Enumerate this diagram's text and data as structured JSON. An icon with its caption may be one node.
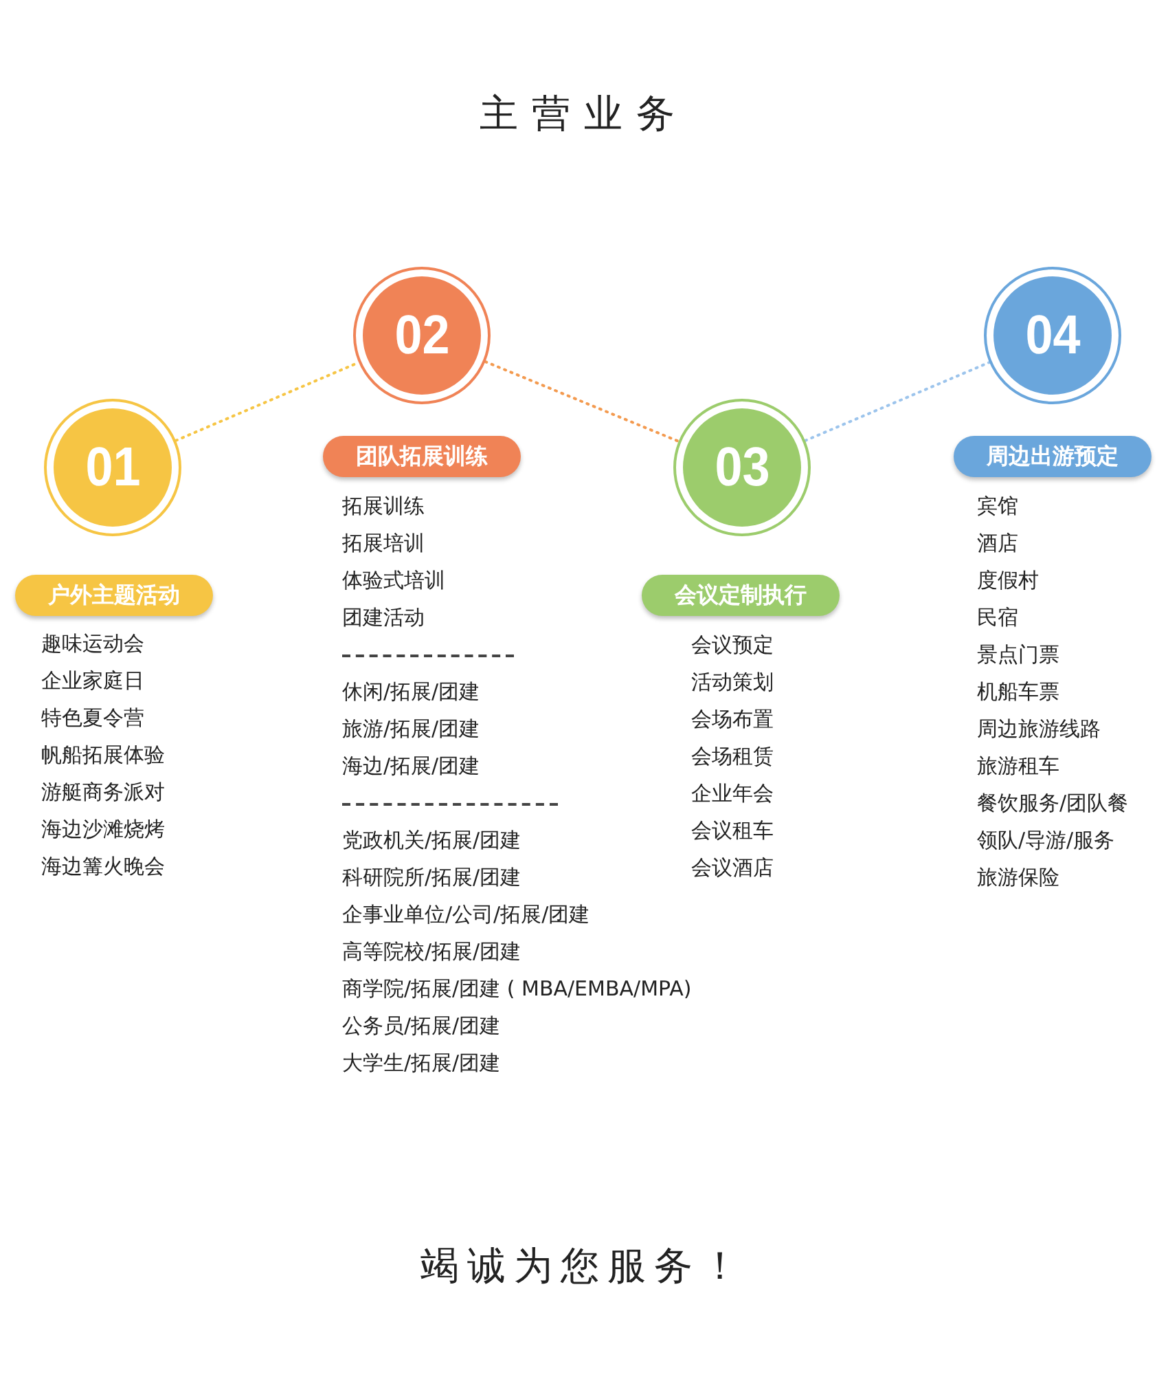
{
  "diagram": {
    "title": "主营业务",
    "nodes": [
      {
        "text": [
          "01"
        ]
      },
      {
        "text": [
          "户外主题活动"
        ],
        "beside": [
          "趣味运动会",
          "企业家庭日",
          "特色夏令营",
          "帆船拓展体验",
          "游艇商务派对",
          "海边沙滩烧烤",
          "海边篝火晚会"
        ]
      },
      {
        "text": [
          "02"
        ]
      },
      {
        "text": [
          "团队拓展训练"
        ],
        "beside": [
          "拓展训练",
          "拓展培训",
          "体验式培训",
          "团建活动",
          "休闲/拓展/团建",
          "旅游/拓展/团建",
          "海边/拓展/团建",
          "党政机关/拓展/团建",
          "科研院所/拓展/团建",
          "企事业单位/公司/拓展/团建",
          "高等院校/拓展/团建",
          "商学院/拓展/团建 ( MBA/EMBA/MPA)",
          "公务员/拓展/团建",
          "大学生/拓展/团建"
        ]
      },
      {
        "text": [
          "03"
        ]
      },
      {
        "text": [
          "会议定制执行"
        ],
        "beside": [
          "会议预定",
          "活动策划",
          "会场布置",
          "会场租赁",
          "企业年会",
          "会议租车",
          "会议酒店"
        ]
      },
      {
        "text": [
          "04"
        ]
      },
      {
        "text": [
          "周边出游预定"
        ],
        "beside": [
          "宾馆",
          "酒店",
          "度假村",
          "民宿",
          "景点门票",
          "机船车票",
          "周边旅游线路",
          "旅游租车",
          "餐饮服务/团队餐",
          "领队/导游/服务",
          "旅游保险"
        ]
      }
    ],
    "edges": [
      {
        "from": 0,
        "to": 2,
        "arrow": "none",
        "style": "dashed",
        "color": "#f6c544"
      },
      {
        "from": 2,
        "to": 4,
        "arrow": "none",
        "style": "dashed",
        "color": "#f39a4f"
      },
      {
        "from": 4,
        "to": 6,
        "arrow": "none",
        "style": "dashed",
        "color": "#9cc4ec"
      }
    ],
    "caption": "竭诚为您服务！"
  }
}
